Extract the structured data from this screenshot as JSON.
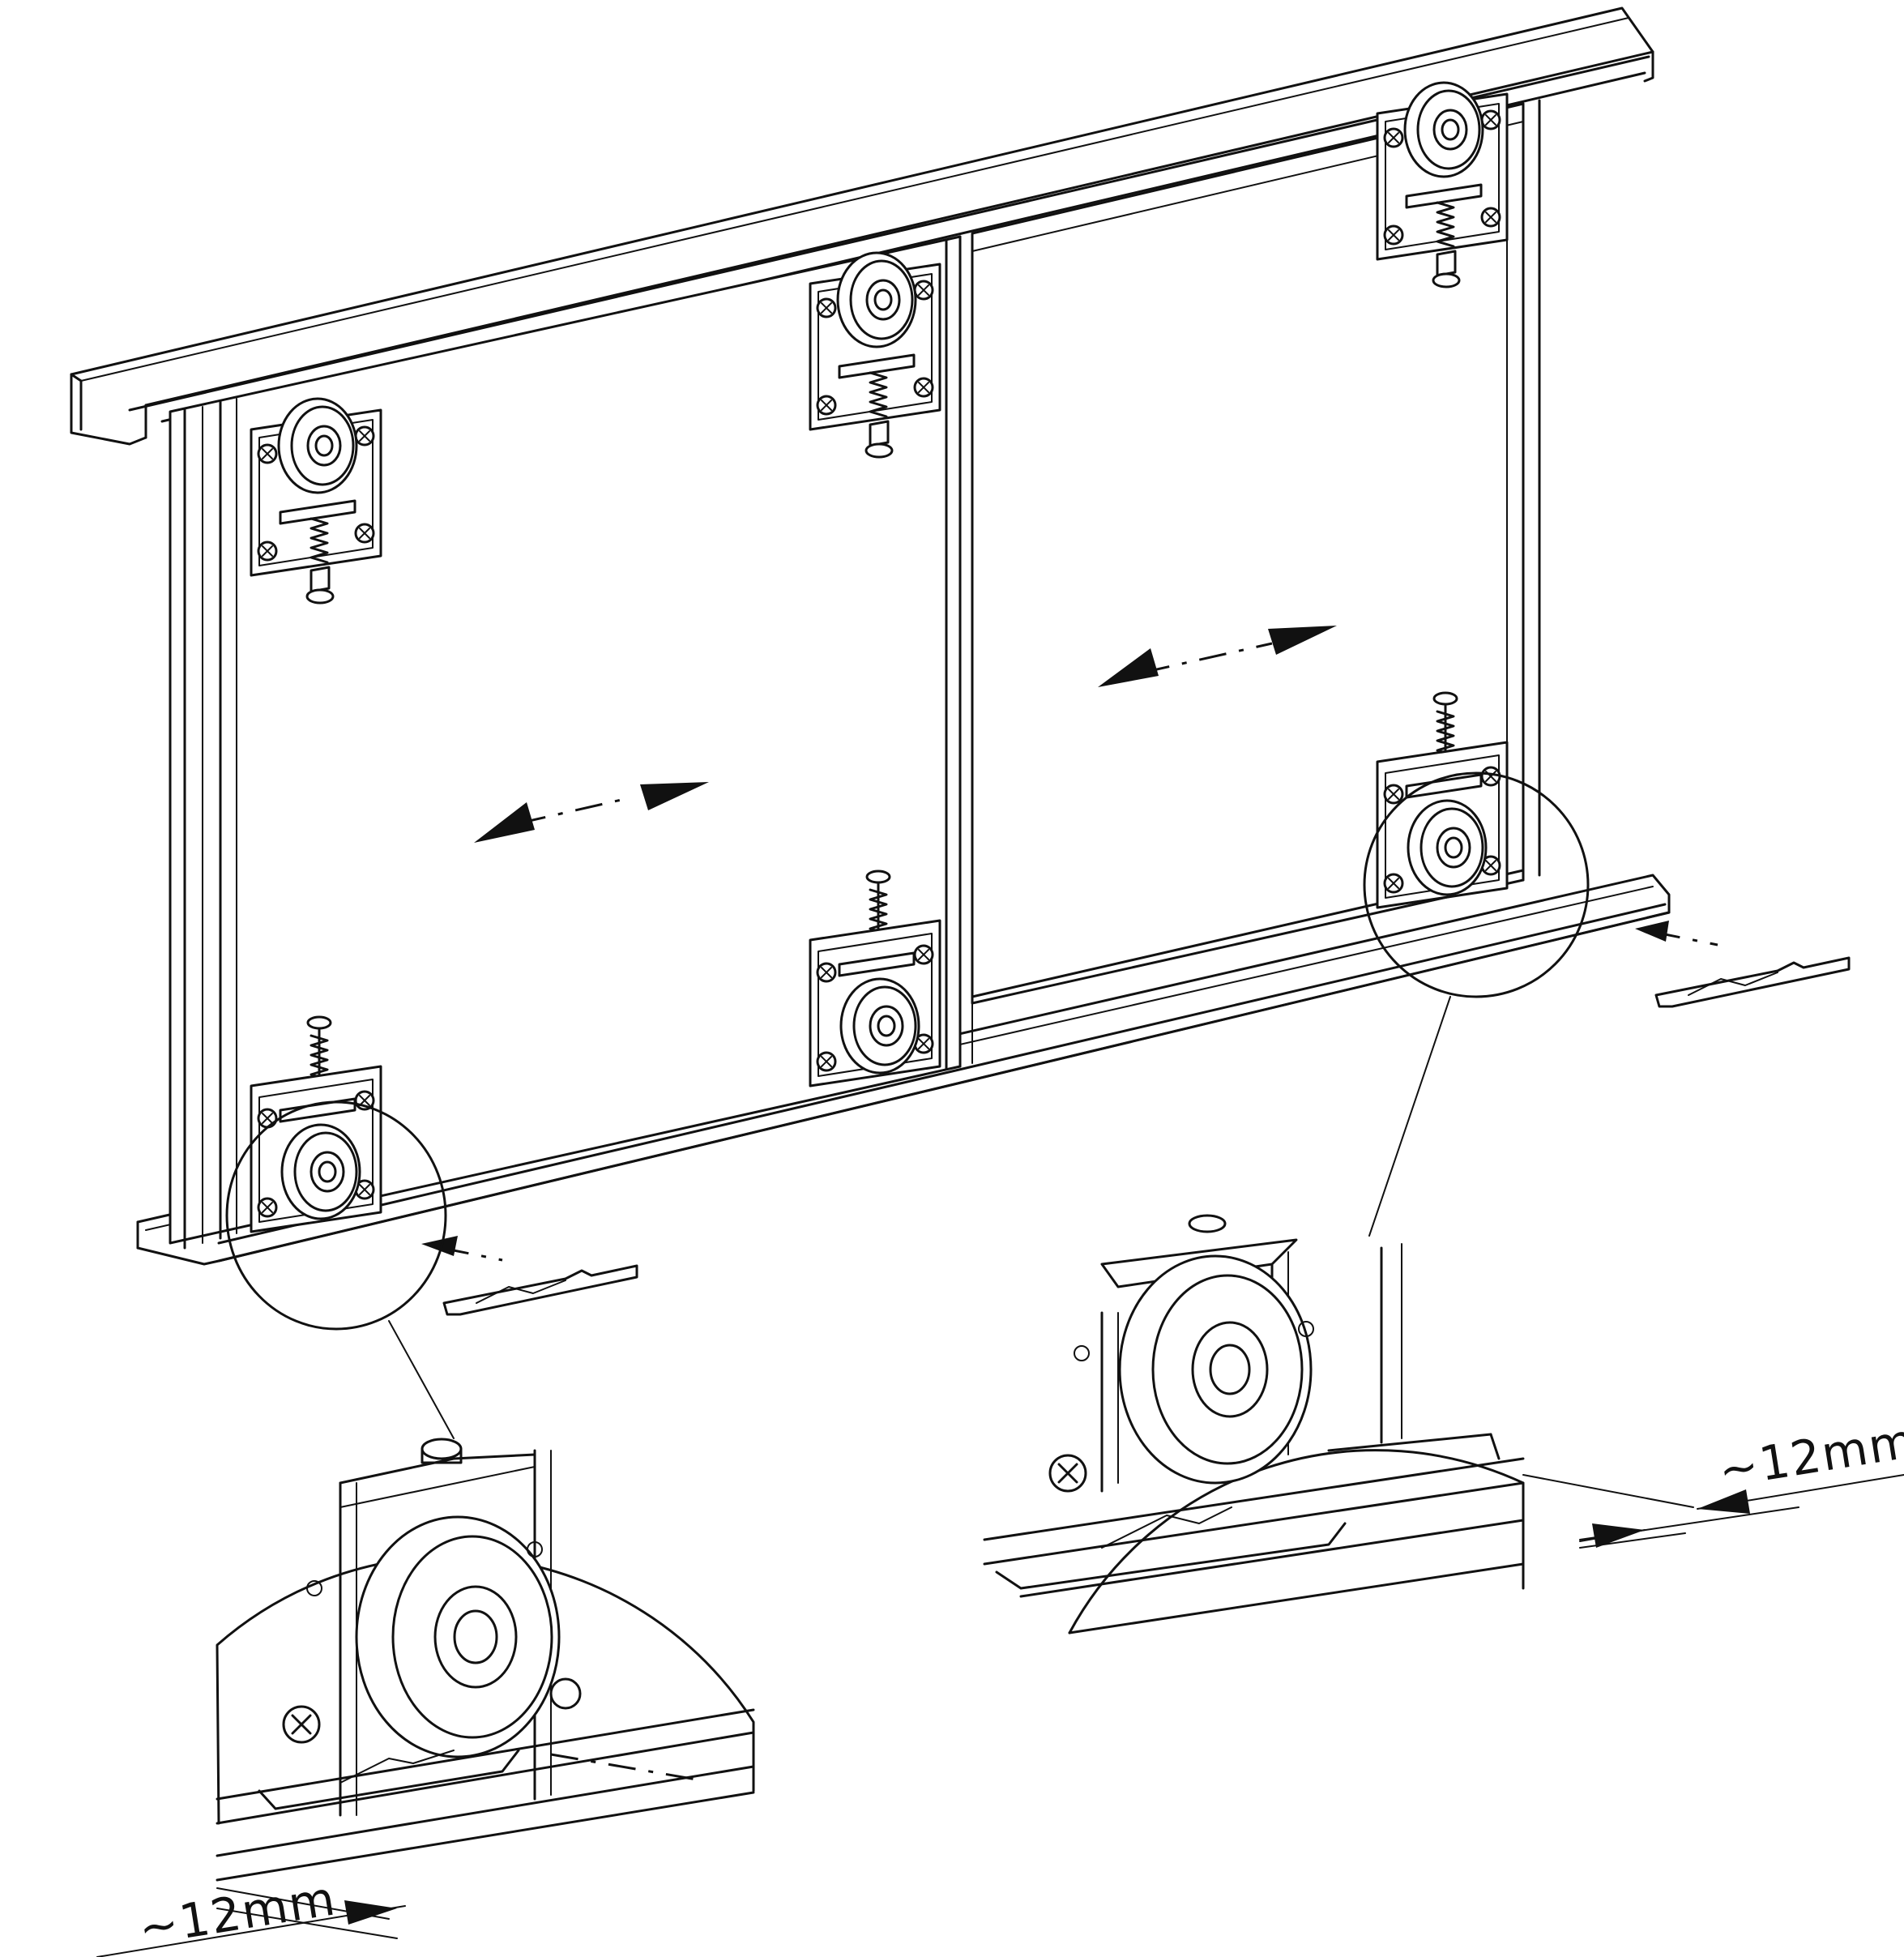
{
  "diagram": {
    "dimension_labels": {
      "bottom_left": "~12mm",
      "right": "~12mm"
    },
    "parts": [
      "top-track",
      "bottom-track",
      "left-door-panel",
      "right-door-panel",
      "top-roller-assembly",
      "bottom-roller-assembly",
      "detail-magnifier-circle",
      "slide-direction-arrow",
      "guide-clip"
    ],
    "line_color": "#111111",
    "background": "#ffffff"
  }
}
